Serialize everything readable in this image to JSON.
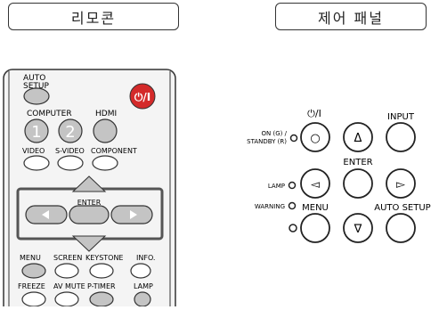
{
  "headers": {
    "remote": "리모콘",
    "panel": "제어 패널"
  },
  "remote": {
    "auto_setup_line1": "AUTO",
    "auto_setup_line2": "SETUP",
    "power_symbol": "⏻/I",
    "computer": "COMPUTER",
    "hdmi": "HDMI",
    "computer_1": "1",
    "computer_2": "2",
    "video": "VIDEO",
    "s_video": "S-VIDEO",
    "component": "COMPONENT",
    "enter": "ENTER",
    "menu": "MENU",
    "screen": "SCREEN",
    "keystone": "KEYSTONE",
    "info": "INFO.",
    "freeze": "FREEZE",
    "av_mute": "AV MUTE",
    "p_timer": "P-TIMER",
    "lamp": "LAMP"
  },
  "panel": {
    "power_symbol": "⏻/I",
    "on_standby_line1": "ON (G) /",
    "on_standby_line2": "STANDBY (R)",
    "input": "INPUT",
    "enter": "ENTER",
    "lamp": "LAMP",
    "warning": "WARNING",
    "menu": "MENU",
    "auto_setup": "AUTO SETUP",
    "power_glyph": "○",
    "up_glyph": "Δ",
    "left_glyph": "◅",
    "right_glyph": "▻",
    "down_glyph": "∇"
  },
  "colors": {
    "power_button": "#d42a2a",
    "button_gray": "#c4c4c4",
    "outline": "#333333"
  }
}
